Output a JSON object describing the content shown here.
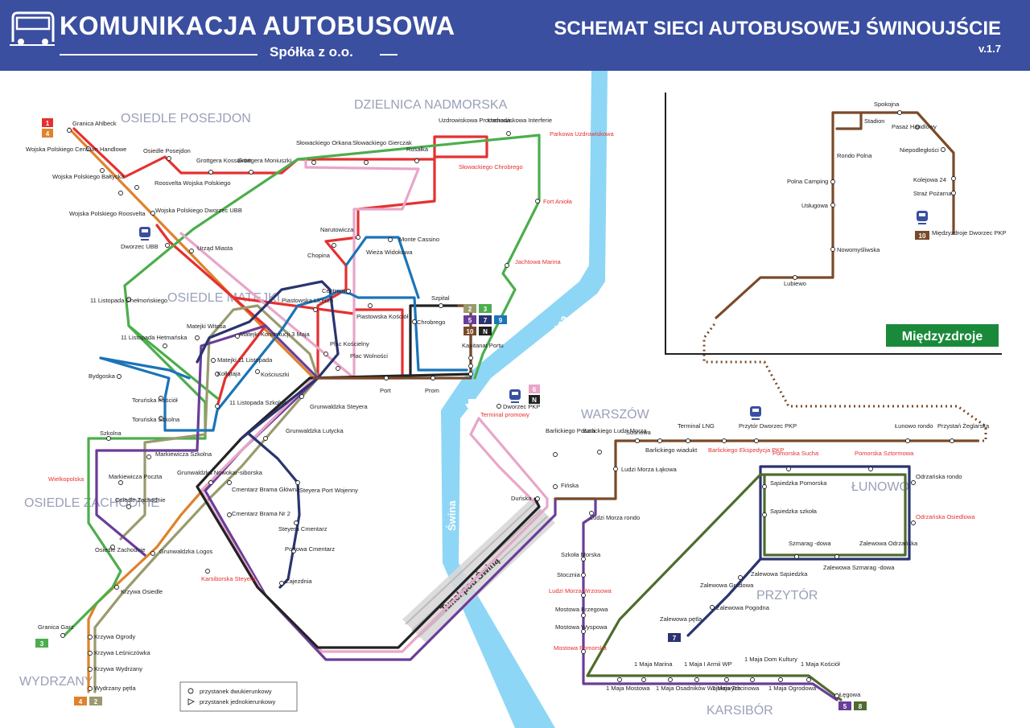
{
  "header": {
    "company_name": "KOMUNIKACJA AUTOBUSOWA",
    "company_sub": "Spółka z o.o.",
    "title": "SCHEMAT SIECI AUTOBUSOWEJ ŚWINOUJŚCIE",
    "version": "v.1.7"
  },
  "colors": {
    "line1": "#e53030",
    "line2": "#9a9a6e",
    "line3": "#4cae4c",
    "line4": "#e0812b",
    "line5": "#6a3d98",
    "line6": "#e8a6c8",
    "line7": "#2a3470",
    "line8": "#4f6b2e",
    "line9": "#1b74b8",
    "line10": "#7a4a2a",
    "lineN": "#222222",
    "water": "#8ed6f5"
  },
  "districts": {
    "posejdon": "OSIEDLE POSEJDON",
    "nadmorska": "DZIELNICA NADMORSKA",
    "matejki": "OSIEDLE MATEJKI",
    "zachodnie": "OSIEDLE ZACHODNIE",
    "wydrzany": "WYDRZANY",
    "warszow": "WARSZÓW",
    "lunowo": "ŁUNOWO",
    "przytor": "PRZYTÓR",
    "karsibor": "KARSIBÓR"
  },
  "water": {
    "swina_vertical": "Świna",
    "swina_diag": "Świna",
    "tunnel": "Tunel pod Świną"
  },
  "badges": {
    "l1": "1",
    "l2": "2",
    "l3": "3",
    "l4": "4",
    "l5": "5",
    "l6": "6",
    "l7": "7",
    "l8": "8",
    "l9": "9",
    "l10": "10",
    "lN": "N"
  },
  "miedzyzdroje": "Międzyzdroje",
  "stops": {
    "granica_ahlbeck": "Granica Ahlbeck",
    "wp_centrum": "Wojska Polskiego Centrum Handlowe",
    "wp_baltycka": "Wojska Polskiego Bałtycka",
    "wp_roosvelta": "Wojska Polskiego Roosvelta",
    "osiedle_posejdon": "Osiedle Posejdon",
    "roosvelta_wp": "Roosvelta Wojska Polskiego",
    "wp_dworzec_ubb": "Wojska Polskiego Dworzec UBB",
    "dworzec_ubb": "Dworzec UBB",
    "urzad_miasta": "Urząd Miasta",
    "grottgera_kossakow": "Grottgera Kossaków",
    "grottgera_moniuszki": "Grottgera Moniuszki",
    "slowackiego_orkana": "Słowackiego Orkana",
    "slowackiego_gierczak": "Słowackiego Gierczak",
    "rusalka": "Rusałka",
    "uzdrowiskowa_promenada": "Uzdrowiskowa Promenada",
    "uzdrowiskowa_interferie": "Uzdrowiskowa Interferie",
    "parkowa_uzdrowiskowa": "Parkowa Uzdrowiskowa",
    "slowackiego_chrobrego": "Słowackiego Chrobrego",
    "fort_aniola": "Fort Anioła",
    "jachtowa_marina": "Jachtowa Marina",
    "narutowicza": "Narutowicza",
    "chopina": "Chopina",
    "wieza_widokowa": "Wieża Widokowa",
    "monte_cassino": "Monte Cassino",
    "centrum": "Centrum",
    "piastowska_liceum": "Piastowska Liceum",
    "piastowska_kosciol": "Piastowska Kościół",
    "chrobrego": "Chrobrego",
    "szpital": "Szpital",
    "kapitanat_portu": "Kapitanat Portu",
    "listopada11_chelmonskiego": "11 Listopada Chełmońskiego",
    "listopada11_hetmanska": "11 Listopada Hetmańska",
    "matejki_witosa": "Matejki Witosa",
    "matejki_konstytucji": "Matejki Konstytucji 3 Maja",
    "matejki_11listopada": "Matejki 11 Listopada",
    "kollataja": "Kołłątaja",
    "kosciuszki": "Kościuszki",
    "plac_koscielny": "Plac Kościelny",
    "plac_wolnosci": "Plac Wolności",
    "port": "Port",
    "prom": "Prom",
    "bydgoska": "Bydgoska",
    "torunska_kosciol": "Toruńska Kościół",
    "torunska_szkolna": "Toruńska Szkolna",
    "listopada11_szkolna": "11 Listopada Szkolna",
    "grunwaldzka_steyera": "Grunwaldzka Steyera",
    "grunwaldzka_lutycka": "Grunwaldzka Lutycka",
    "szkolna": "Szkolna",
    "markiewicza_szkolna": "Markiewicza Szkolna",
    "wielkopolska": "Wielkopolska",
    "markiewicza_poczta": "Markiewicza Poczta",
    "osiedle_zachodnie_st": "Osiedle Zachodnie",
    "grunwaldzka_nowokarsiborska": "Grunwaldzka Nowokar-siborska",
    "cmentarz_brama_glowna": "Cmentarz Brama Główna",
    "cmentarz_brama_nr2": "Cmentarz Brama Nr 2",
    "steyera_port_wojenny": "Steyera Port Wojenny",
    "steyera_cmentarz": "Steyera Cmentarz",
    "portowa_cmentarz": "Portowa Cmentarz",
    "osiedle_zachodnie_2": "Osiedle Zachodnie",
    "grunwaldzka_logos": "Grunwaldzka Logos",
    "karsiborska_steyera": "Karsiborska Steyera",
    "zajezdnia": "Zajezdnia",
    "krzywa_osiedle": "Krzywa Osiedle",
    "granica_garz": "Granica Garz",
    "krzywa_ogrody": "Krzywa Ogrody",
    "krzywa_lesniczowka": "Krzywa Leśniczówka",
    "krzywa_wydrzany": "Krzywa Wydrzany",
    "wydrzany_petla": "Wydrzany pętla",
    "dworzec_pkp": "Dworzec PKP",
    "terminal_promowy": "Terminal promowy",
    "dunska": "Duńska",
    "barlickiego_poczta": "Barlickiego Poczta",
    "barlickiego_ludzi_morza": "Barlickiego Ludzi Morza",
    "sosnowa": "Sosnowa",
    "barlickiego_wiadukt": "Barlickiego wiadukt",
    "terminal_lng": "Terminal LNG",
    "barlickiego_ekspedycja": "Barlickiego Ekspedycja PKP",
    "przytor_dworzec_pkp": "Przytór Dworzec PKP",
    "lunowo_rondo": "Łunowo rondo",
    "przystan_zeglarska": "Przystań Żeglarska",
    "finska": "Fińska",
    "ludzi_morza_lakowa": "Ludzi Morza Łąkowa",
    "ludzi_morza_rondo": "Ludzi Morza rondo",
    "szkola_morska": "Szkoła Morska",
    "stocznia": "Stocznia",
    "ludzi_morza_wrzosowa": "Ludzi Morza Wrzosowa",
    "mostowa_brzegowa": "Mostowa Brzegowa",
    "mostowa_wyspowa": "Mostowa Wyspowa",
    "mostowa_pomorska": "Mostowa Pomorska",
    "pomorska_sucha": "Pomorska Sucha",
    "pomorska_sztormowa": "Pomorska Sztormowa",
    "odrzanska_rondo": "Odrzańska rondo",
    "sasiedzka_pomorska": "Sąsiedzka Pomorska",
    "sasiedzka_szkola": "Sąsiedzka szkoła",
    "odrzanska_osiedlowa": "Odrzańska Osiedlowa",
    "szmaragdowa": "Szmarag -dowa",
    "zalewowa_odrzanska": "Zalewowa Odrzańska",
    "zalewowa_szmaragdowa": "Zalewowa Szmarag -dowa",
    "zalewowa_sasiedzka": "Zalewowa Sąsiedzka",
    "zalewowa_gradowa": "Zalewowa Gradowa",
    "zalewowa_pogodna": "Zalewowa Pogodna",
    "zalewowa_petla": "Zalewowa pętla",
    "maja1_marina": "1 Maja Marina",
    "maja1_armii_wp": "1 Maja I Armii WP",
    "maja1_dom_kultury": "1 Maja Dom Kultury",
    "maja1_kosciol": "1 Maja Kościół",
    "maja1_mostowa": "1 Maja Mostowa",
    "maja1_osadnikow": "1 Maja Osadników Wojskowych",
    "maja1_trzcinowa": "1 Maja Trzcinowa",
    "maja1_ogrodowa": "1 Maja Ogrodowa",
    "legowa": "Łęgowa",
    "spokojna": "Spokojna",
    "stadion": "Stadion",
    "pasaz_handlowy": "Pasaż Handlowy",
    "niepodleglosci": "Niepodległości",
    "rondo_polna": "Rondo Polna",
    "kolejowa_24": "Kolejowa 24",
    "straz_pozarna": "Straż Pożarna",
    "polna_camping": "Polna Camping",
    "uslugowa": "Usługowa",
    "miedzyzdroje_dworzec": "Międzyzdroje Dworzec PKP",
    "nowomyslinska": "Nowomyśliwska",
    "lubiewo": "Lubiewo"
  },
  "legend": {
    "two_way": "przystanek dwukierunkowy",
    "one_way": "przystanek jednokierunkowy"
  }
}
